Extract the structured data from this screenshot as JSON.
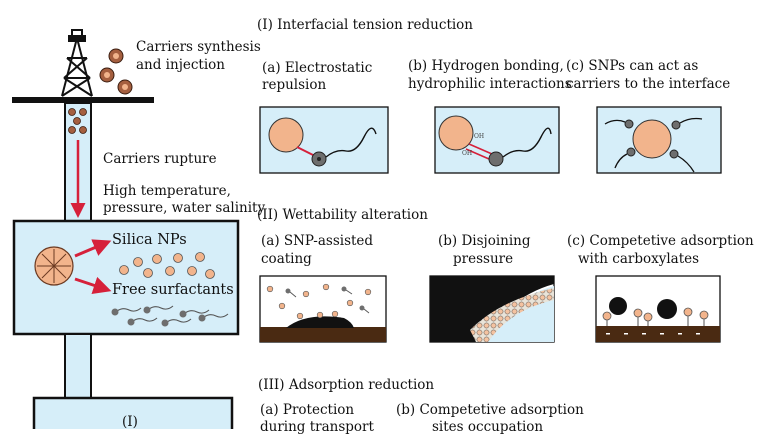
{
  "colors": {
    "water": "#d6eef9",
    "particle": "#f2b48c",
    "surfactant": "#6e6e6e",
    "arrow": "#d6203a",
    "rock": "#4a2a12"
  },
  "well": {
    "carriers_label_1": "Carriers synthesis",
    "carriers_label_2": "and injection",
    "rupture_label": "Carriers rupture",
    "conditions_1": "High temperature,",
    "conditions_2": "pressure, water salinity",
    "silica_label": "Silica NPs",
    "surfactant_label": "Free surfactants",
    "bottom_label": "(I)"
  },
  "section1": {
    "title": "(I) Interfacial tension reduction",
    "a_1": "(a) Electrostatic",
    "a_2": "repulsion",
    "b_1": "(b) Hydrogen bonding,",
    "b_2": "hydrophilic interactions",
    "c_1": "(c) SNPs can act as",
    "c_2": "carriers to the interface",
    "oh_1": "OH",
    "oh_2": "OH"
  },
  "section2": {
    "title": "(II) Wettability alteration",
    "a_1": "(a) SNP-assisted",
    "a_2": "coating",
    "b_1": "(b) Disjoining",
    "b_2": "pressure",
    "c_1": "(c) Competetive adsorption",
    "c_2": "with carboxylates"
  },
  "section3": {
    "title": "(III) Adsorption reduction",
    "a_1": "(a) Protection",
    "a_2": "during transport",
    "b_1": "(b) Competetive adsorption",
    "b_2": "sites occupation"
  }
}
